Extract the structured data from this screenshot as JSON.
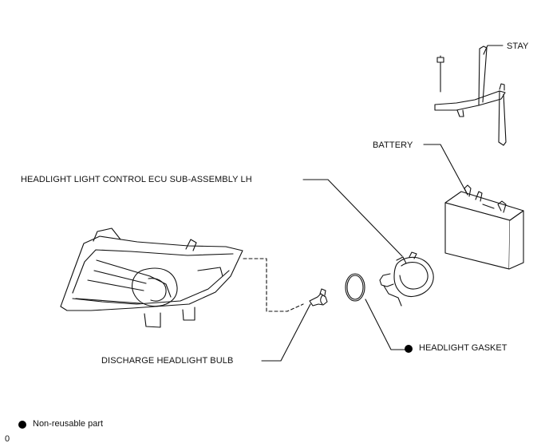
{
  "labels": {
    "stay": "STAY",
    "battery": "BATTERY",
    "ecu": "HEADLIGHT LIGHT CONTROL ECU SUB-ASSEMBLY LH",
    "gasket": "HEADLIGHT GASKET",
    "bulb": "DISCHARGE HEADLIGHT BULB"
  },
  "legend": {
    "text": "Non-reusable part"
  },
  "page_marker": "0",
  "colors": {
    "line": "#111111",
    "marker": "#000000"
  }
}
